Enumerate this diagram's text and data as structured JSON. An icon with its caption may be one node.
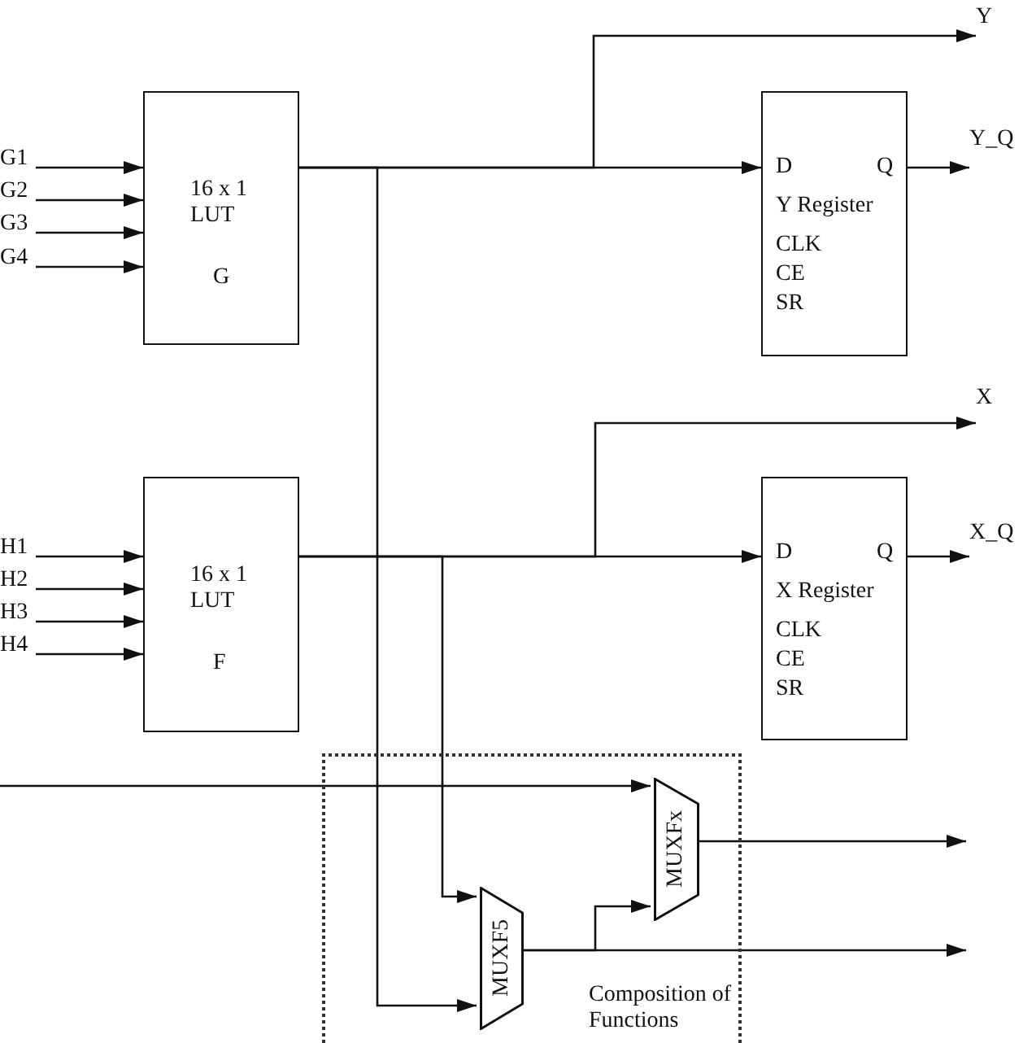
{
  "diagram": {
    "nodes": [
      {
        "text": [
          "G1"
        ]
      },
      {
        "text": [
          "G2"
        ]
      },
      {
        "text": [
          "G3"
        ]
      },
      {
        "text": [
          "G4"
        ]
      },
      {
        "text": [
          "16 x 1 LUT",
          "G"
        ]
      },
      {
        "text": [
          "Y"
        ]
      },
      {
        "text": [
          "D",
          "Q",
          "Y Register",
          "CLK",
          "CE",
          "SR"
        ]
      },
      {
        "text": [
          "Y_Q"
        ]
      },
      {
        "text": [
          "X"
        ]
      },
      {
        "text": [
          "H1"
        ]
      },
      {
        "text": [
          "H2"
        ]
      },
      {
        "text": [
          "H3"
        ]
      },
      {
        "text": [
          "H4"
        ]
      },
      {
        "text": [
          "16 x 1 LUT",
          "F"
        ]
      },
      {
        "text": [
          "D",
          "Q",
          "X Register",
          "CLK",
          "CE",
          "SR"
        ]
      },
      {
        "text": [
          "X_Q"
        ]
      },
      {
        "text": [
          "Composition of Functions"
        ]
      },
      {
        "text": [
          "MUXFx"
        ],
        "in": 16
      },
      {
        "text": [
          "MUXF5"
        ],
        "in": 16
      }
    ],
    "edges": [
      {
        "from": 0,
        "to": 4,
        "arrow": "to"
      },
      {
        "from": 1,
        "to": 4,
        "arrow": "to"
      },
      {
        "from": 2,
        "to": 4,
        "arrow": "to"
      },
      {
        "from": 3,
        "to": 4,
        "arrow": "to"
      },
      {
        "from": 4,
        "to": 6,
        "arrow": "to"
      },
      {
        "from": 4,
        "to": 5,
        "arrow": "to"
      },
      {
        "from": 6,
        "to": 7,
        "arrow": "to"
      },
      {
        "from": 4,
        "to": 18,
        "arrow": "to"
      },
      {
        "from": 9,
        "to": 13,
        "arrow": "to"
      },
      {
        "from": 10,
        "to": 13,
        "arrow": "to"
      },
      {
        "from": 11,
        "to": 13,
        "arrow": "to"
      },
      {
        "from": 12,
        "to": 13,
        "arrow": "to"
      },
      {
        "from": 13,
        "to": 14,
        "arrow": "to"
      },
      {
        "from": 13,
        "to": 8,
        "arrow": "to"
      },
      {
        "from": 14,
        "to": 15,
        "arrow": "to"
      },
      {
        "from": 13,
        "to": 18,
        "arrow": "to"
      },
      {
        "from": null,
        "to": 17,
        "arrow": "to"
      },
      {
        "from": 18,
        "to": 17,
        "arrow": "to"
      },
      {
        "from": 17,
        "to": null,
        "arrow": "to"
      },
      {
        "from": 18,
        "to": null,
        "arrow": "to"
      }
    ]
  }
}
